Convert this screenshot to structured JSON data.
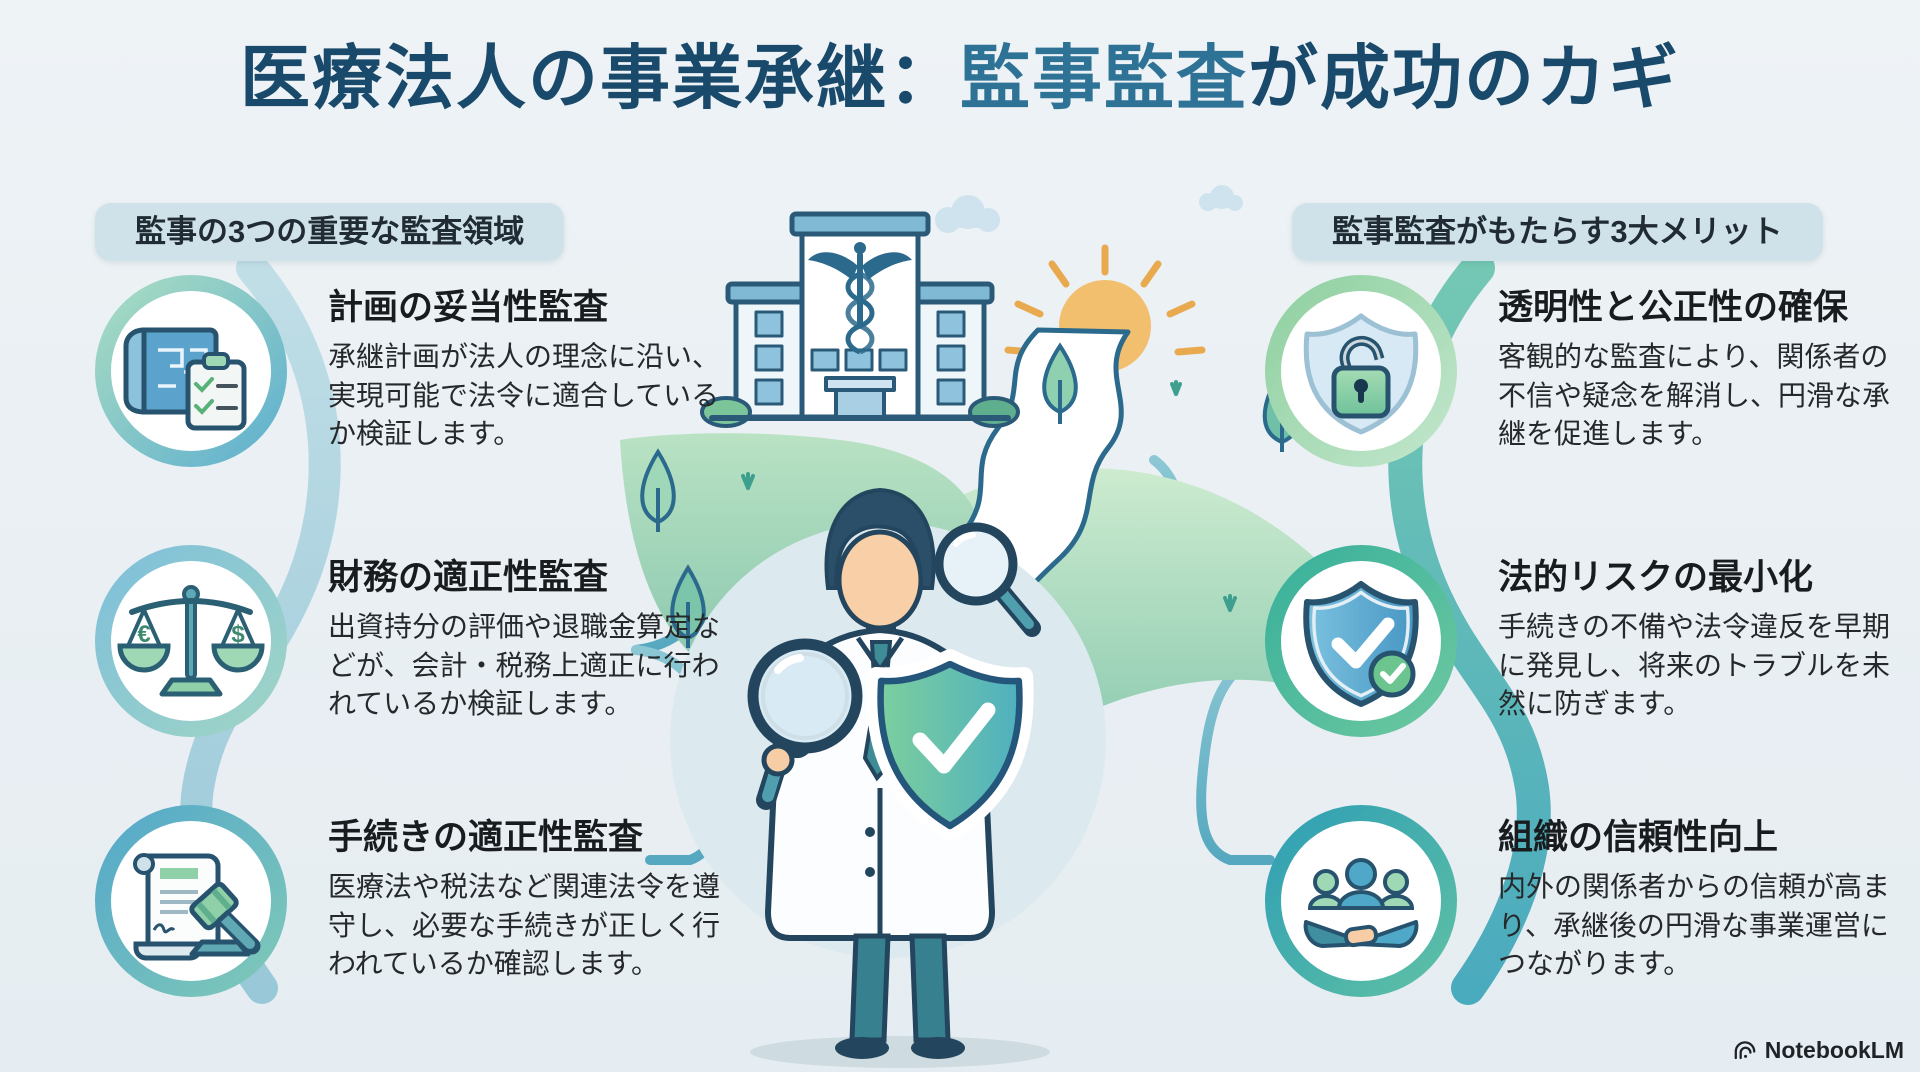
{
  "title": {
    "part1": "医療法人の事業承継：",
    "part2": "監事監査",
    "part3": "が成功のカギ"
  },
  "left_section": {
    "header": "監事の3つの重要な監査領域",
    "items": [
      {
        "icon": "blueprint-checklist-icon",
        "title": "計画の妥当性監査",
        "body": "承継計画が法人の理念に沿い、実現可能で法令に適合しているか検証します。"
      },
      {
        "icon": "balance-scales-icon",
        "title": "財務の適正性監査",
        "body": "出資持分の評価や退職金算定などが、会計・税務上適正に行われているか検証します。",
        "currency_left": "€",
        "currency_right": "$"
      },
      {
        "icon": "scroll-gavel-icon",
        "title": "手続きの適正性監査",
        "body": "医療法や税法など関連法令を遵守し、必要な手続きが正しく行われているか確認します。"
      }
    ]
  },
  "right_section": {
    "header": "監事監査がもたらす3大メリット",
    "items": [
      {
        "icon": "shield-unlock-icon",
        "title": "透明性と公正性の確保",
        "body": "客観的な監査により、関係者の不信や疑念を解消し、円滑な承継を促進します。"
      },
      {
        "icon": "shield-check-badge-icon",
        "title": "法的リスクの最小化",
        "body": "手続きの不備や法令違反を早期に発見し、将来のトラブルを未然に防ぎます。"
      },
      {
        "icon": "team-handshake-icon",
        "title": "組織の信頼性向上",
        "body": "内外の関係者からの信頼が高まり、承継後の円滑な事業運営につながります。"
      }
    ]
  },
  "center_illustration": {
    "elements": [
      "hospital-building",
      "caduceus",
      "sun",
      "clouds",
      "hills",
      "winding-path",
      "trees",
      "auditor-figure",
      "magnifying-glass",
      "shield-check"
    ]
  },
  "footer": {
    "brand": "NotebookLM",
    "brand_icon": "notebooklm-logo-icon"
  },
  "colors": {
    "background": "#eaf1f5",
    "title_primary": "#1a4a6b",
    "title_accent": "#2e7396",
    "pill_background": "#cfe2e9",
    "text_dark": "#26292b",
    "ring_blue": "#57aecb",
    "ring_green": "#7cc89a",
    "ribbon_left": "#9cc9d8",
    "ribbon_right": "#43b0a2",
    "shield_green": "#7ccf9e",
    "shield_teal": "#4fb0bf",
    "sun": "#f2bf6f"
  }
}
